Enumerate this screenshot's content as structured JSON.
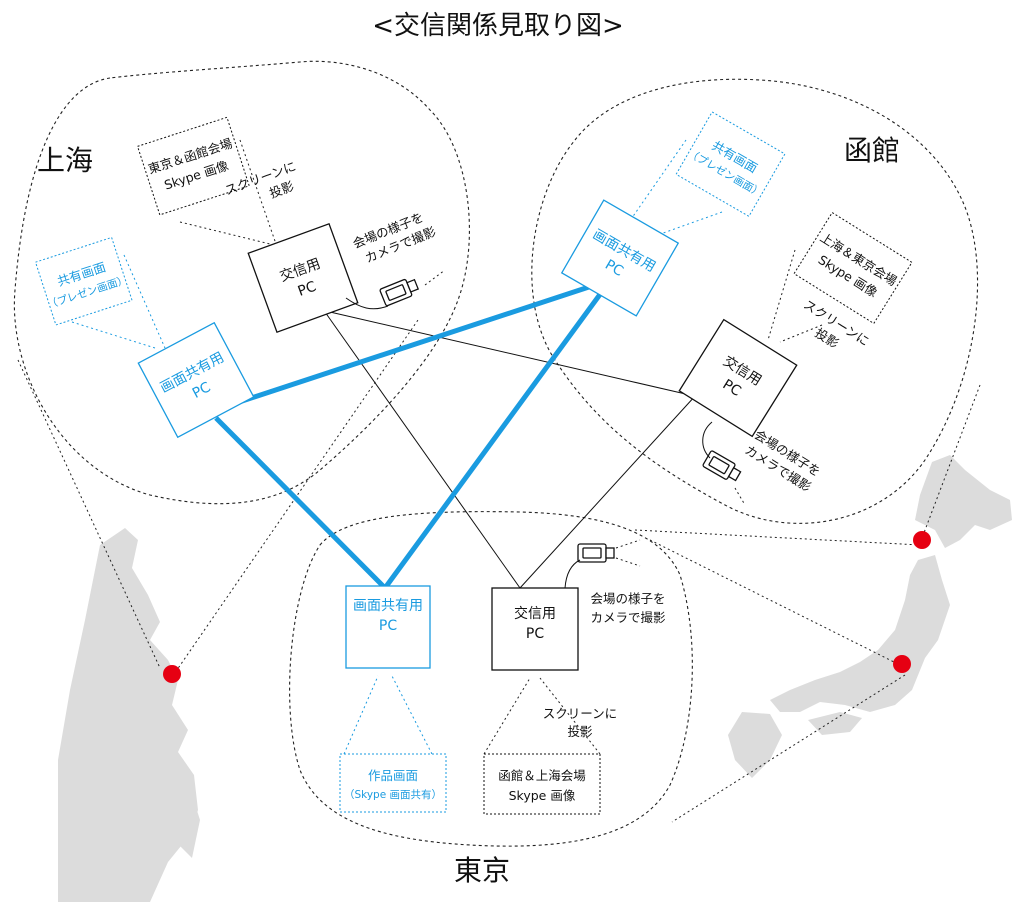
{
  "title": "<交信関係見取り図>",
  "cities": {
    "shanghai": "上海",
    "hakodate": "函館",
    "tokyo": "東京"
  },
  "pc": {
    "comm_line1": "交信用",
    "pc_label": "PC",
    "share_line1": "画面共有用"
  },
  "camera_note": {
    "line1": "会場の様子を",
    "line2": "カメラで撮影"
  },
  "screen_note": {
    "line1": "スクリーンに",
    "line2": "投影"
  },
  "shanghai": {
    "skype_line1": "東京＆函館会場",
    "skype_line2": "Skype 画像",
    "share_screen_line1": "共有画面",
    "share_screen_line2": "（プレゼン画面）"
  },
  "hakodate": {
    "skype_line1": "上海＆東京会場",
    "skype_line2": "Skype 画像",
    "share_screen_line1": "共有画面",
    "share_screen_line2": "（プレゼン画面）"
  },
  "tokyo": {
    "skype_line1": "函館＆上海会場",
    "skype_line2": "Skype 画像",
    "work_screen_line1": "作品画面",
    "work_screen_line2": "（Skype 画面共有）"
  },
  "colors": {
    "accent_blue": "#1a9be0",
    "location_red": "#e60012",
    "map_gray": "#dcdcdc"
  }
}
